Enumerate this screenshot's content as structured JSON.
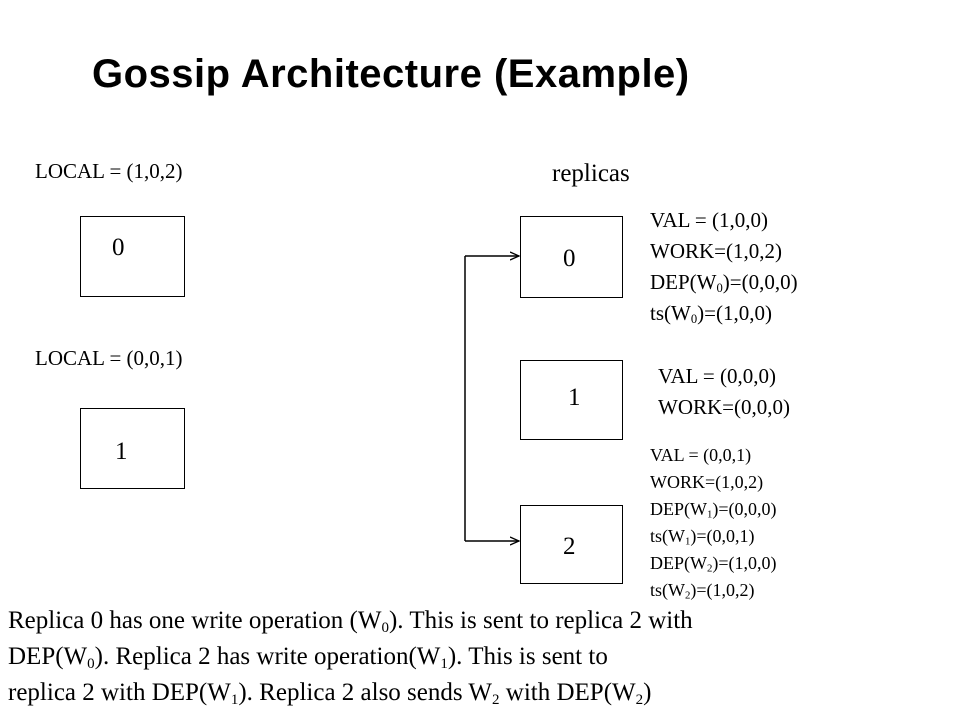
{
  "title": "Gossip Architecture (Example)",
  "clients": [
    {
      "local_label": "LOCAL = (1,0,2)",
      "id": "0"
    },
    {
      "local_label": "LOCAL = (0,0,1)",
      "id": "1"
    }
  ],
  "replicas_label": "replicas",
  "replicas": [
    {
      "id": "0",
      "val": "VAL = (1,0,0)",
      "work": "WORK=(1,0,2)",
      "dep": {
        "pre": "DEP(W",
        "sub": "0",
        "post": ")=(0,0,0)"
      },
      "ts": {
        "pre": "ts(W",
        "sub": "0",
        "post": ")=(1,0,0)"
      }
    },
    {
      "id": "1",
      "val": "VAL = (0,0,0)",
      "work": "WORK=(0,0,0)"
    },
    {
      "id": "2",
      "val": "VAL = (0,0,1)",
      "work": "WORK=(1,0,2)",
      "dep1": {
        "pre": "DEP(W",
        "sub": "1",
        "post": ")=(0,0,0)"
      },
      "ts1": {
        "pre": "ts(W",
        "sub": "1",
        "post": ")=(0,0,1)"
      },
      "dep2": {
        "pre": "DEP(W",
        "sub": "2",
        "post": ")=(1,0,0)"
      },
      "ts2": {
        "pre": "ts(W",
        "sub": "2",
        "post": ")=(1,0,2)"
      }
    }
  ],
  "caption": {
    "l1a": "Replica 0 has one write operation (W",
    "l1s": "0",
    "l1b": ").  This is sent to replica 2 with",
    "l2a": "DEP(W",
    "l2s": "0",
    "l2b": "). Replica 2 has write operation(W",
    "l2s2": "1",
    "l2c": ").  This is sent to",
    "l3a": "replica 2 with DEP(W",
    "l3s": "1",
    "l3b": ").  Replica 2 also sends W",
    "l3s2": "2",
    "l3c": " with DEP(W",
    "l3s3": "2",
    "l3d": ")"
  }
}
